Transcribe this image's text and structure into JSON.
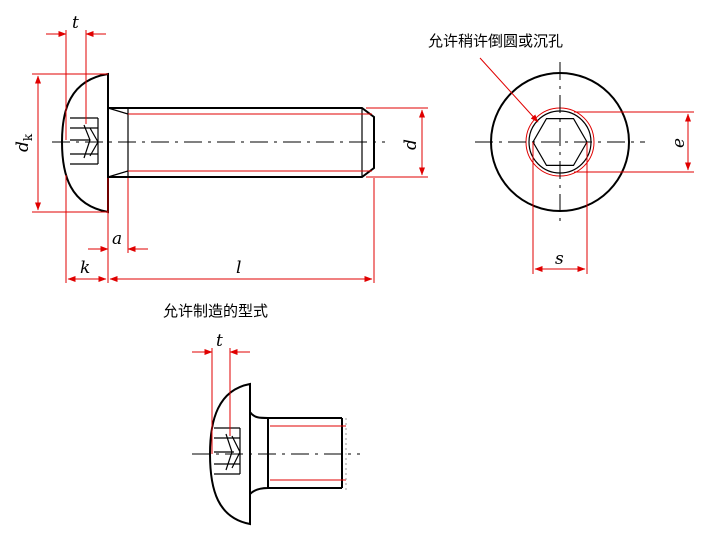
{
  "labels": {
    "t_top": "t",
    "t_bottom": "t",
    "dk_main": "d",
    "dk_sub": "k",
    "d": "d",
    "a": "a",
    "k": "k",
    "l": "l",
    "e": "e",
    "s": "s"
  },
  "notes": {
    "socket_note": "允许稍许倒圆或沉孔",
    "alt_form_caption": "允许制造的型式"
  }
}
